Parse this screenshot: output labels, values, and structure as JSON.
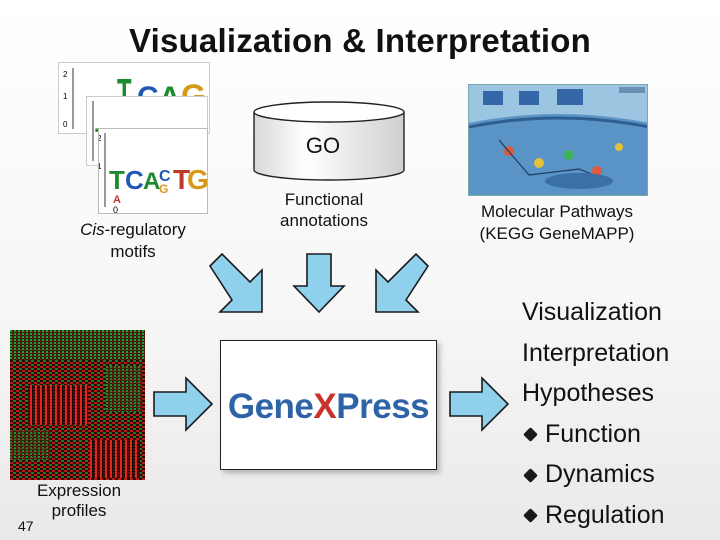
{
  "title": "Visualization & Interpretation",
  "go": {
    "label": "GO",
    "caption_line1": "Functional",
    "caption_line2": "annotations"
  },
  "motifs": {
    "caption_italic": "Cis",
    "caption_rest": "-regulatory",
    "caption_line2": "motifs",
    "logo_letters": "TCACGTG",
    "logo_letters_back": "TCACAGTG"
  },
  "pathways": {
    "caption_line1": "Molecular Pathways",
    "caption_line2": "(KEGG GeneMAPP)"
  },
  "expression": {
    "caption_line1": "Expression",
    "caption_line2": "profiles"
  },
  "genexpress": {
    "logo_part1": "Gene",
    "logo_x": "X",
    "logo_part2": "Press",
    "brand_blue": "#2f63a8",
    "brand_red": "#c9342a"
  },
  "outputs": {
    "items": [
      "Visualization",
      "Interpretation",
      "Hypotheses"
    ],
    "subitems": [
      "Function",
      "Dynamics",
      "Regulation"
    ]
  },
  "arrow_color": "#8fd0ec",
  "page_number": "47"
}
